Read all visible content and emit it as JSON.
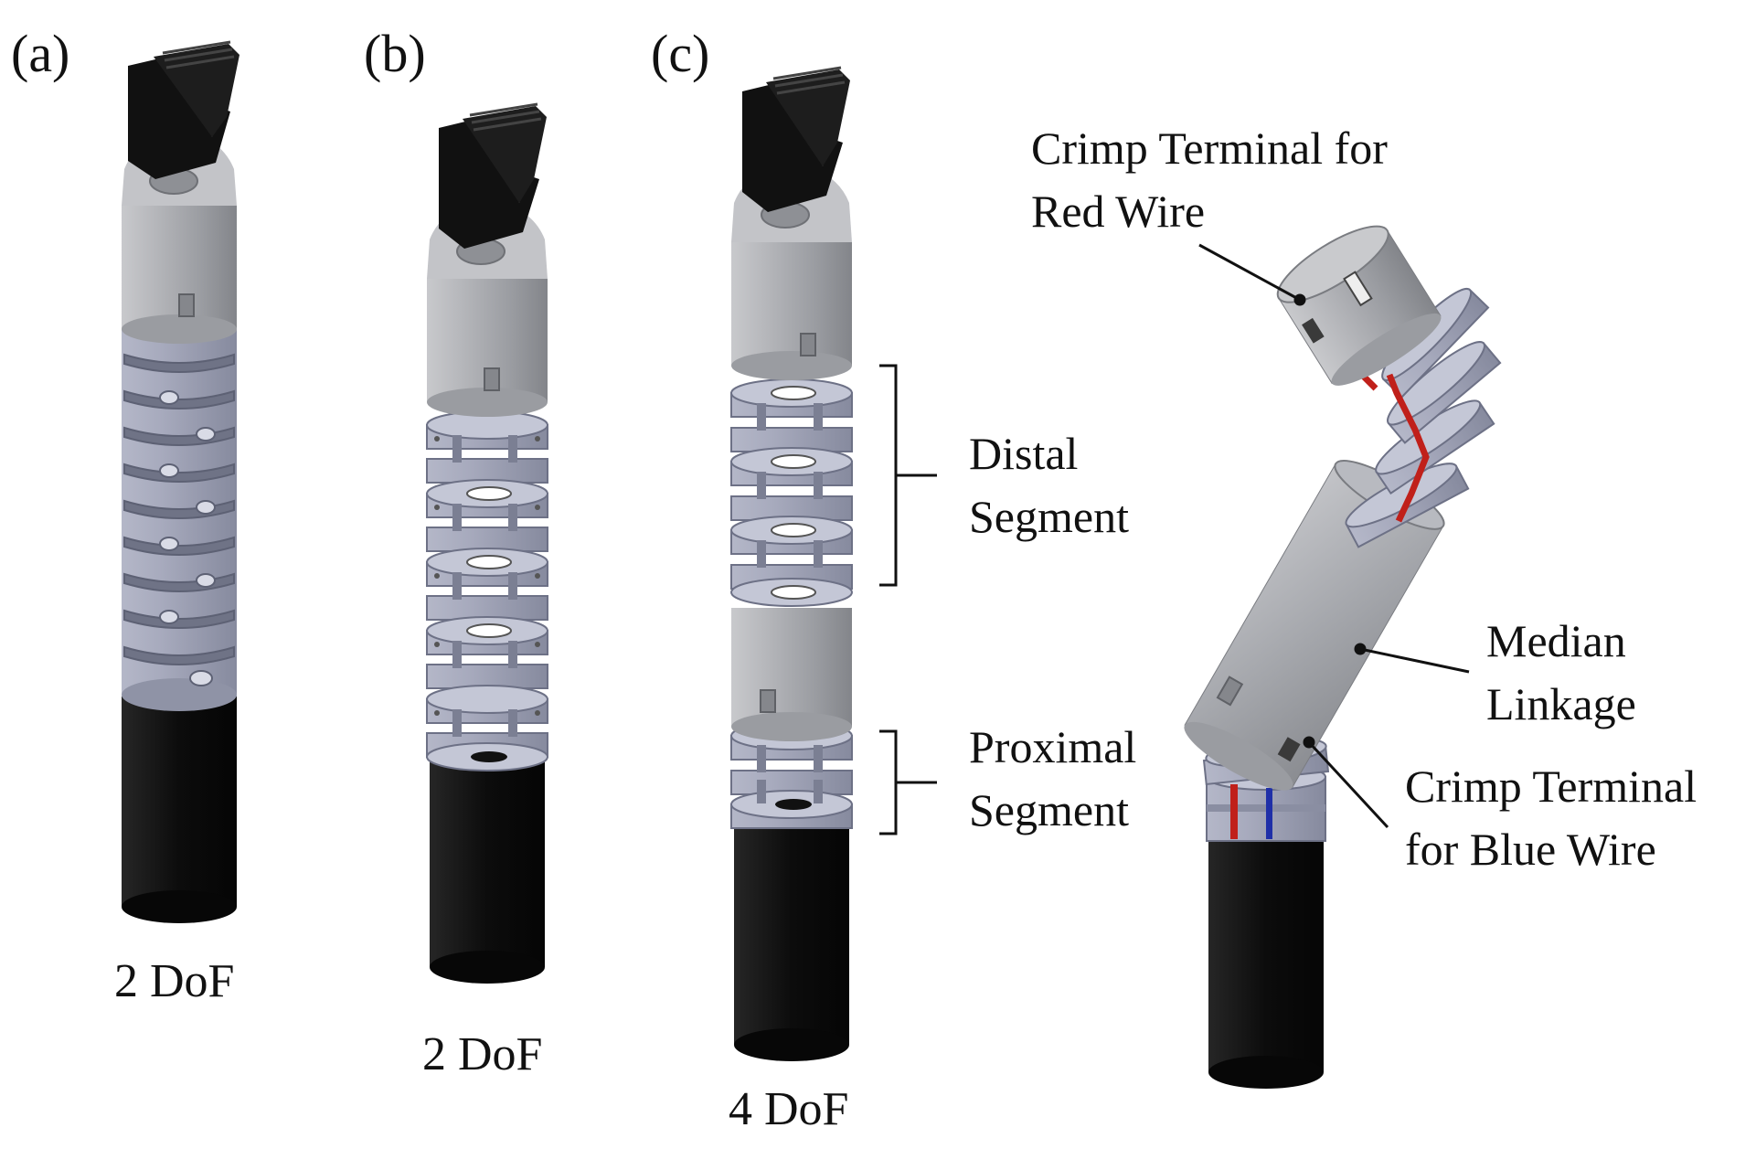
{
  "panels": {
    "a": {
      "letter": "(a)",
      "dof": "2 DoF"
    },
    "b": {
      "letter": "(b)",
      "dof": "2 DoF"
    },
    "c": {
      "letter": "(c)",
      "dof": "4 DoF"
    }
  },
  "callouts": {
    "distal_l1": "Distal",
    "distal_l2": "Segment",
    "proximal_l1": "Proximal",
    "proximal_l2": "Segment",
    "red_l1": "Crimp Terminal for",
    "red_l2": "Red Wire",
    "median_l1": "Median",
    "median_l2": "Linkage",
    "blue_l1": "Crimp Terminal",
    "blue_l2": "for Blue Wire"
  },
  "colors": {
    "metal": "#a9abb0",
    "ring": "#9fa3b6",
    "black": "#0f0f0f",
    "red_wire": "#c0201a",
    "blue_wire": "#1f2fa8"
  }
}
